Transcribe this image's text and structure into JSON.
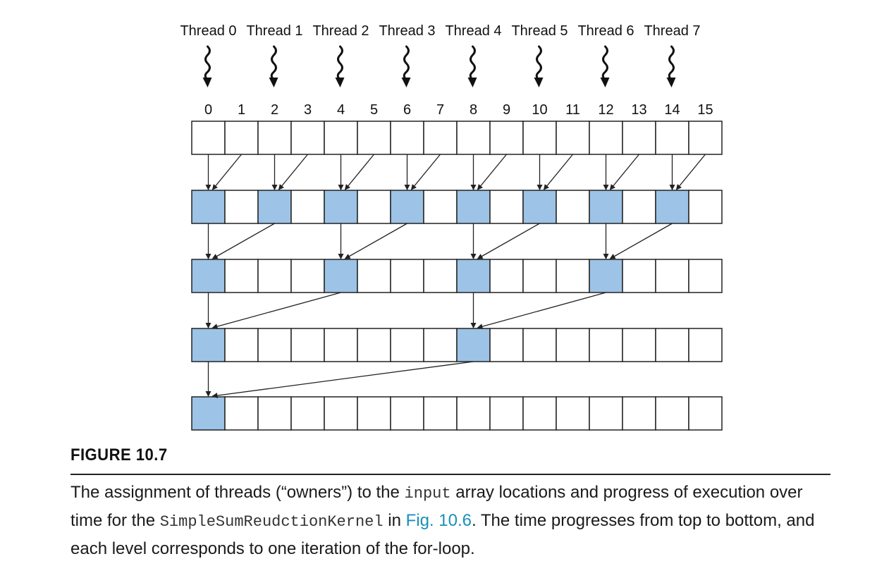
{
  "diagram": {
    "threads": [
      "Thread 0",
      "Thread 1",
      "Thread 2",
      "Thread 3",
      "Thread 4",
      "Thread 5",
      "Thread 6",
      "Thread 7"
    ],
    "indices": [
      "0",
      "1",
      "2",
      "3",
      "4",
      "5",
      "6",
      "7",
      "8",
      "9",
      "10",
      "11",
      "12",
      "13",
      "14",
      "15"
    ],
    "cell_count": 16,
    "levels": [
      {
        "active": []
      },
      {
        "active": [
          0,
          2,
          4,
          6,
          8,
          10,
          12,
          14
        ]
      },
      {
        "active": [
          0,
          4,
          8,
          12
        ]
      },
      {
        "active": [
          0,
          8
        ]
      },
      {
        "active": [
          0
        ]
      }
    ],
    "arrows": [
      [
        [
          0,
          0
        ],
        [
          0,
          1
        ],
        [
          2,
          2
        ],
        [
          2,
          3
        ],
        [
          4,
          4
        ],
        [
          4,
          5
        ],
        [
          6,
          6
        ],
        [
          6,
          7
        ],
        [
          8,
          8
        ],
        [
          8,
          9
        ],
        [
          10,
          10
        ],
        [
          10,
          11
        ],
        [
          12,
          12
        ],
        [
          12,
          13
        ],
        [
          14,
          14
        ],
        [
          14,
          15
        ]
      ],
      [
        [
          0,
          0
        ],
        [
          0,
          2
        ],
        [
          4,
          4
        ],
        [
          4,
          6
        ],
        [
          8,
          8
        ],
        [
          8,
          10
        ],
        [
          12,
          12
        ],
        [
          12,
          14
        ]
      ],
      [
        [
          0,
          0
        ],
        [
          0,
          4
        ],
        [
          8,
          8
        ],
        [
          8,
          12
        ]
      ],
      [
        [
          0,
          0
        ],
        [
          0,
          8
        ]
      ]
    ],
    "colors": {
      "highlight": "#9dc3e6",
      "border": "#222222",
      "background": "#ffffff"
    }
  },
  "figure": {
    "title": "FIGURE 10.7",
    "caption_part1": "The assignment of threads (“owners”) to the ",
    "caption_code1": "input",
    "caption_part2": " array locations and progress of execution over time for the ",
    "caption_code2": "SimpleSumReudctionKernel",
    "caption_part3": " in ",
    "caption_link": "Fig. 10.6",
    "caption_part4": ". The time progresses from top to bottom, and each level corresponds to one iteration of the for-loop."
  }
}
